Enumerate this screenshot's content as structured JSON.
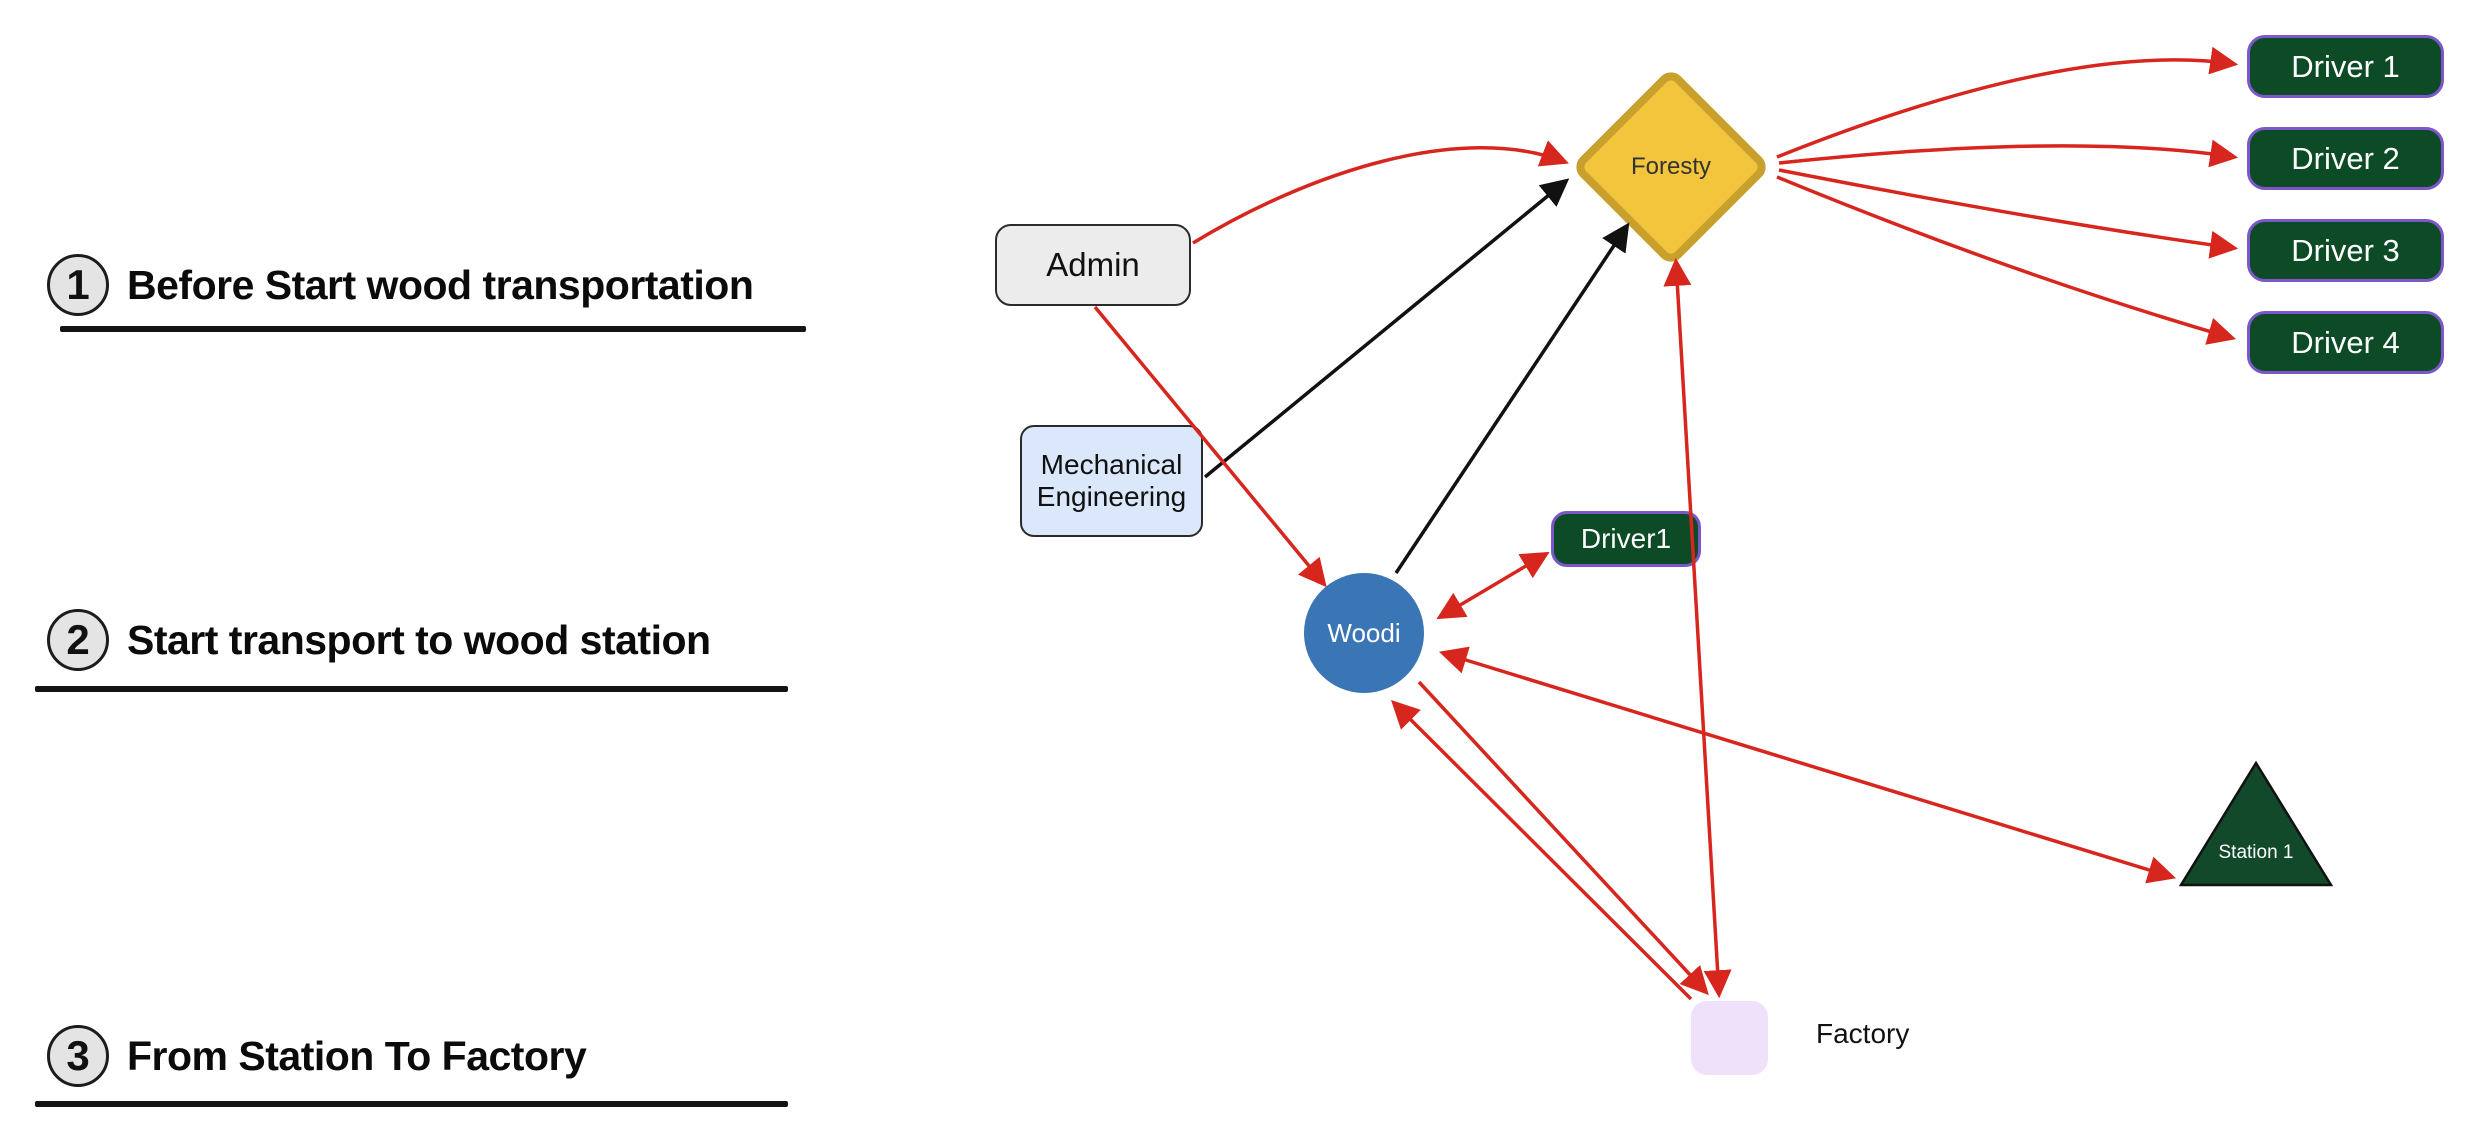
{
  "steps": [
    {
      "num": "1",
      "label": "Before Start wood transportation"
    },
    {
      "num": "2",
      "label": "Start transport to wood station"
    },
    {
      "num": "3",
      "label": "From Station To Factory"
    }
  ],
  "diagram": {
    "nodes": {
      "admin": {
        "label": "Admin"
      },
      "mechanical_engineering": {
        "label": "Mechanical Engineering"
      },
      "foresty": {
        "label": "Foresty"
      },
      "driver_list": [
        {
          "label": "Driver 1"
        },
        {
          "label": "Driver 2"
        },
        {
          "label": "Driver 3"
        },
        {
          "label": "Driver 4"
        }
      ],
      "driver1": {
        "label": "Driver1"
      },
      "woodi": {
        "label": "Woodi"
      },
      "station1": {
        "label": "Station 1"
      },
      "factory": {
        "label": "Factory"
      }
    },
    "colors": {
      "edge_red": "#d7261d",
      "edge_black": "#111111",
      "foresty_fill": "#f2c53d",
      "foresty_border": "#c7a02e",
      "driver_fill": "#0d4a26",
      "driver_border": "#7b57c9",
      "woodi_fill": "#3a76b5",
      "station_fill": "#11492a",
      "factory_fill": "#f0e1fa",
      "admin_fill": "#ececec",
      "mechanical_engineering_fill": "#dbe7fb",
      "step_circle_fill": "#e4e4e4"
    }
  }
}
